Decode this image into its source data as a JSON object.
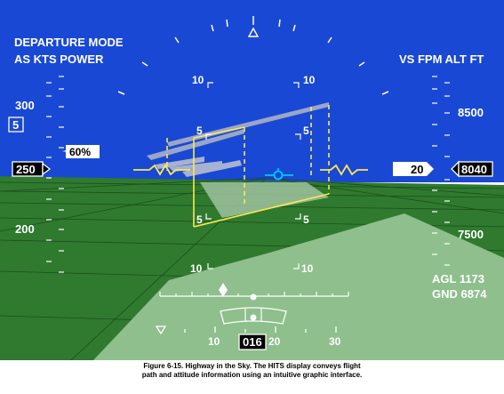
{
  "mode": {
    "line1": "DEPARTURE MODE",
    "line2": "AS KTS POWER"
  },
  "right_header": "VS FPM ALT FT",
  "speed_tape": {
    "label_300": "300",
    "label_200": "200",
    "current": "250",
    "power": "60%",
    "mode_box": "5"
  },
  "alt_tape": {
    "label_8500": "8500",
    "label_7500": "7500",
    "current": "8040",
    "vs": "20"
  },
  "pitch_ladder": {
    "p10": "10",
    "p5": "5"
  },
  "agl": "AGL 1173",
  "gnd": "GND 6874",
  "heading": {
    "current": "016",
    "t10": "10",
    "t20": "20",
    "t30": "30"
  },
  "caption": {
    "line1": "Figure 6-15. Highway in the Sky. The HITS display conveys flight",
    "line2": "path and attitude information using an intuitive graphic interface."
  },
  "colors": {
    "sky": "#1a4fd6",
    "ground": "#2e7d2e",
    "runway": "#8fbf8f",
    "pathway": "#ffe84a",
    "fpm": "#00c8ff"
  }
}
